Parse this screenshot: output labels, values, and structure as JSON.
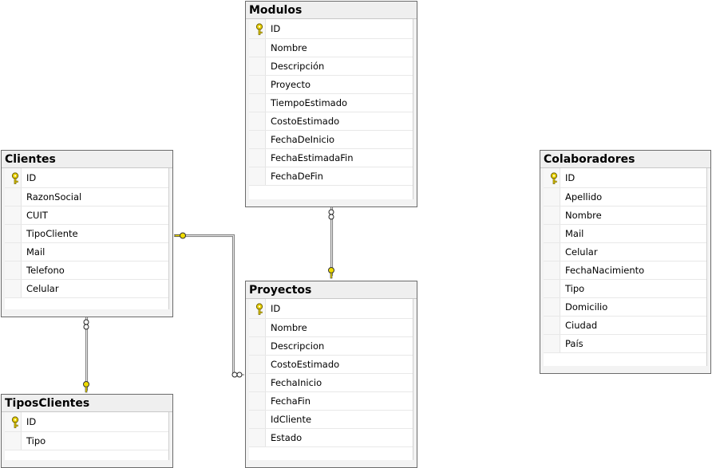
{
  "colors": {
    "line": "#808080",
    "key": "#e8d000",
    "key_outline": "#7a6a00"
  },
  "tables": {
    "modulos": {
      "title": "Modulos",
      "columns": [
        "ID",
        "Nombre",
        "Descripción",
        "Proyecto",
        "TiempoEstimado",
        "CostoEstimado",
        "FechaDeInicio",
        "FechaEstimadaFin",
        "FechaDeFin"
      ]
    },
    "clientes": {
      "title": "Clientes",
      "columns": [
        "ID",
        "RazonSocial",
        "CUIT",
        "TipoCliente",
        "Mail",
        "Telefono",
        "Celular"
      ]
    },
    "colaboradores": {
      "title": "Colaboradores",
      "columns": [
        "ID",
        "Apellido",
        "Nombre",
        "Mail",
        "Celular",
        "FechaNacimiento",
        "Tipo",
        "Domicilio",
        "Ciudad",
        "País"
      ]
    },
    "proyectos": {
      "title": "Proyectos",
      "columns": [
        "ID",
        "Nombre",
        "Descripcion",
        "CostoEstimado",
        "FechaInicio",
        "FechaFin",
        "IdCliente",
        "Estado"
      ]
    },
    "tiposclientes": {
      "title": "TiposClientes",
      "columns": [
        "ID",
        "Tipo"
      ]
    }
  }
}
